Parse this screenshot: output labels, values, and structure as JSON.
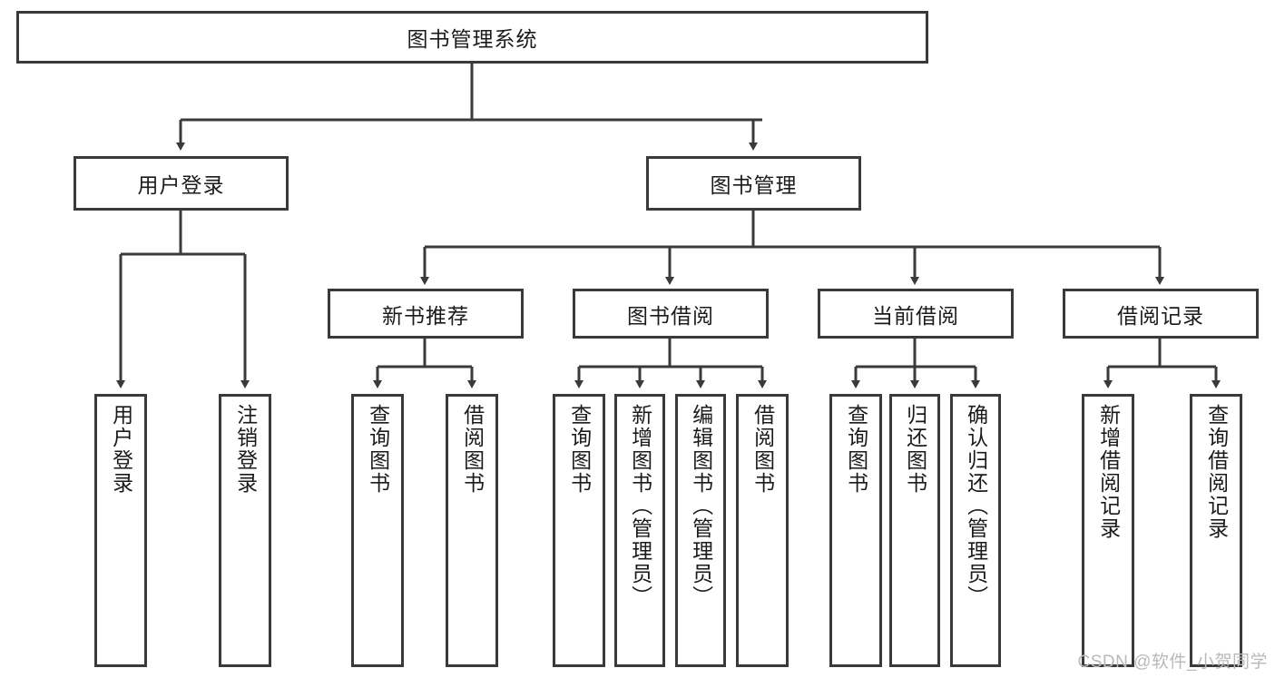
{
  "diagram": {
    "title": "图书管理系统",
    "root": {
      "label": "图书管理系统"
    },
    "level1": [
      {
        "label": "用户登录"
      },
      {
        "label": "图书管理"
      }
    ],
    "level2": [
      {
        "label": "新书推荐"
      },
      {
        "label": "图书借阅"
      },
      {
        "label": "当前借阅"
      },
      {
        "label": "借阅记录"
      }
    ],
    "leaves": {
      "user_login": [
        {
          "label": "用户登录"
        },
        {
          "label": "注销登录"
        }
      ],
      "new_book_recommend": [
        {
          "label": "查询图书"
        },
        {
          "label": "借阅图书"
        }
      ],
      "book_borrow": [
        {
          "label": "查询图书"
        },
        {
          "label": "新增图书（管理员）"
        },
        {
          "label": "编辑图书（管理员）"
        },
        {
          "label": "借阅图书"
        }
      ],
      "current_borrow": [
        {
          "label": "查询图书"
        },
        {
          "label": "归还图书"
        },
        {
          "label": "确认归还（管理员）"
        }
      ],
      "borrow_record": [
        {
          "label": "新增借阅记录"
        },
        {
          "label": "查询借阅记录"
        }
      ]
    }
  },
  "watermark": {
    "text": "CSDN @软件_小贺同学"
  },
  "colors": {
    "stroke": "#3a3a3a",
    "fill": "#ffffff",
    "text": "#1b1b1b",
    "watermark": "#b9b9b9"
  }
}
